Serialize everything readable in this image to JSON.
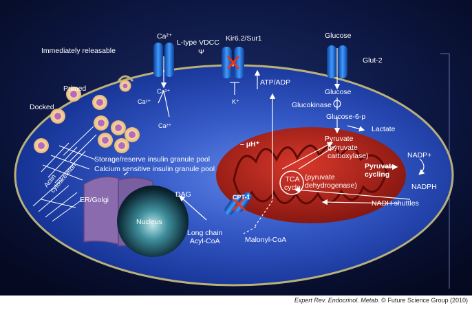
{
  "labels": {
    "immediately_releasable": "Immediately releasable",
    "primed": "Primed",
    "docked": "Docked",
    "ca2_top": "Ca²⁺",
    "l_type_vdcc": "L-type VDCC",
    "psi": "Ψ",
    "kir": "Kir6.2/Sur1",
    "glucose_top": "Glucose",
    "glut2": "Glut-2",
    "ca2_mid": "Ca²⁺",
    "ca2_left": "Ca²⁺",
    "ca2_low": "Ca²⁺",
    "k_plus": "K⁺",
    "atp_adp": "ATP/ADP",
    "glucose_in": "Glucose",
    "glucokinase": "Glucokinase",
    "glucose6p": "Glucose-6-p",
    "lactate": "Lactate",
    "pyruvate": "Pyruvate",
    "pyruvate_carboxylase": "(pyruvate\ncarboxylase)",
    "pyruvate_dehydrogenase": "(pyruvate\ndehydrogenase)",
    "storage_pool": "Storage/reserve insulin granule pool",
    "calcium_pool": "Calcium sensitive insulin granule pool",
    "actin": "Actin\ncytoskeleton",
    "er_golgi": "ER/Golgi",
    "nucleus": "Nucleus",
    "dag": "DAG",
    "mu_h": "– μH⁺",
    "tca": "TCA\ncycle",
    "cpt1": "CPT-1",
    "nadp_plus": "NADP+",
    "nadph": "NADPH",
    "pyruvate_cycling": "Pyruvate\ncycling",
    "nadh_shuttles": "NADH shuttles",
    "long_chain": "Long chain\nAcyl-CoA",
    "malonyl": "Malonyl-CoA"
  },
  "caption": {
    "journal": "Expert Rev. Endocrinol. Metab.",
    "publisher": "© Future Science Group (2010)"
  },
  "colors": {
    "background": "#0a1030",
    "cell_center": "#3b5fd0",
    "cell_edge": "#0f2a80",
    "membrane": "#b9b07a",
    "mitochondrion": "#b8241b",
    "channel": "#1f6fd6",
    "granule": "#f6d9a8",
    "granule_core": "#b46ab8"
  }
}
